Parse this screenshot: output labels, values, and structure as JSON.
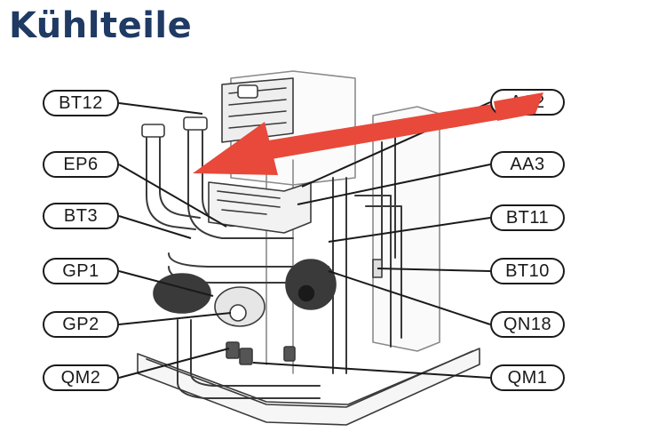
{
  "title": "Kühlteile",
  "colors": {
    "title": "#1f3a63",
    "arrow": "#e8493a",
    "outline": "#1a1a1a"
  },
  "labels": {
    "left": [
      "BT12",
      "EP6",
      "BT3",
      "GP1",
      "GP2",
      "QM2"
    ],
    "right": [
      "AA2",
      "AA3",
      "BT11",
      "BT10",
      "QN18",
      "QM1"
    ]
  }
}
